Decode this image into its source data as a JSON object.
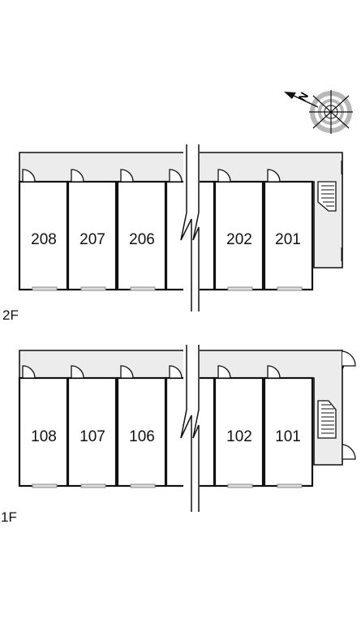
{
  "floors": [
    {
      "label": "2F",
      "rooms": [
        {
          "number": "208",
          "slot": 0
        },
        {
          "number": "207",
          "slot": 1
        },
        {
          "number": "206",
          "slot": 2
        },
        {
          "number": "202",
          "slot": 4
        },
        {
          "number": "201",
          "slot": 5
        }
      ]
    },
    {
      "label": "1F",
      "rooms": [
        {
          "number": "108",
          "slot": 0
        },
        {
          "number": "107",
          "slot": 1
        },
        {
          "number": "106",
          "slot": 2
        },
        {
          "number": "102",
          "slot": 4
        },
        {
          "number": "101",
          "slot": 5
        }
      ]
    }
  ],
  "compass": {
    "north_label": "N"
  },
  "colors": {
    "corridor": "#ececec",
    "line": "#111111",
    "compass_ring": "#b8b8b8"
  }
}
